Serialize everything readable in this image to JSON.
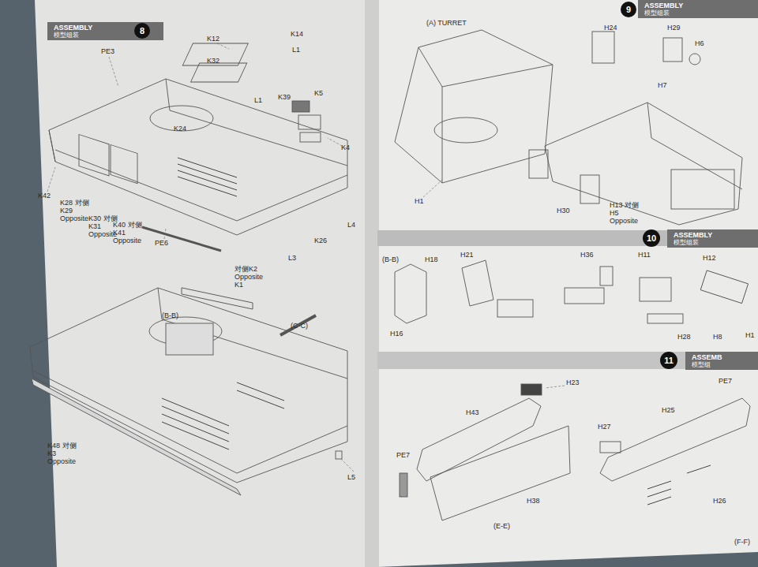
{
  "diagram": {
    "nodes": [
      {
        "text": [
          "ASSEMBLY",
          "模型组装"
        ]
      },
      {
        "text": [
          "8"
        ]
      },
      {
        "text": [
          "9"
        ]
      },
      {
        "text": [
          "ASSEMBLY",
          "模型组装"
        ]
      },
      {
        "text": [
          "10"
        ]
      },
      {
        "text": [
          "ASSEMBLY",
          "模型组装"
        ]
      },
      {
        "text": [
          "11"
        ]
      },
      {
        "text": [
          "ASSEMB",
          "模型组"
        ]
      }
    ],
    "labels": [
      "PE3",
      "K12",
      "K14",
      "L1",
      "K32",
      "L1",
      "K39",
      "K5",
      "K24",
      "K4",
      "K42",
      "K28 对侧K29 Opposite",
      "K30 对侧K31 Opposite",
      "K40 对侧K41 Opposite",
      "PE6",
      "K26",
      "L4",
      "L3",
      "对侧K2 Opposite K1",
      "(B-B)",
      "(C-C)",
      "K48 对侧K3 Opposite",
      "L5",
      "(A) TURRET",
      "H24",
      "H29",
      "H6",
      "H7",
      "H1",
      "H30",
      "H13 对侧H5 Opposite",
      "(B-B)",
      "H18",
      "H21",
      "H36",
      "H11",
      "H12",
      "H16",
      "H28",
      "H8",
      "H1",
      "H23",
      "PE7",
      "H43",
      "H25",
      "H27",
      "PE7",
      "H38",
      "H26",
      "(E-E)",
      "(F-F)"
    ]
  }
}
